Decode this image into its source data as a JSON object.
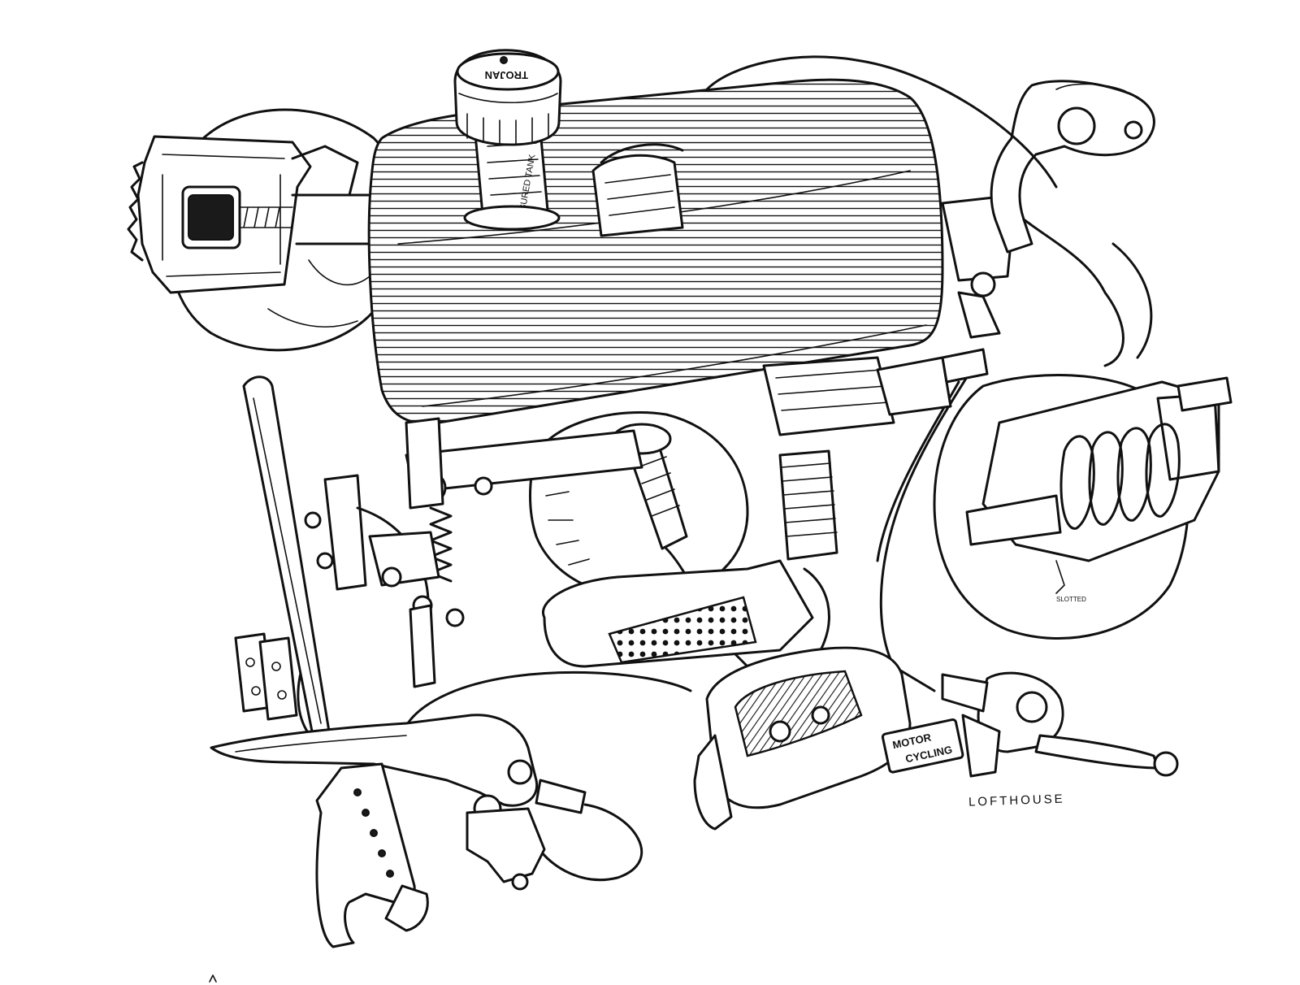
{
  "illustration": {
    "fuel_cap_text": "TROJAN",
    "tank_text": "MEASURED TANK",
    "inset_text": "SLOTTED",
    "publisher_logo_line1": "MOTOR",
    "publisher_logo_line2": "CYCLING",
    "artist_signature": "LOFTHOUSE",
    "colors": {
      "ink": "#111111",
      "paper": "#ffffff"
    }
  }
}
